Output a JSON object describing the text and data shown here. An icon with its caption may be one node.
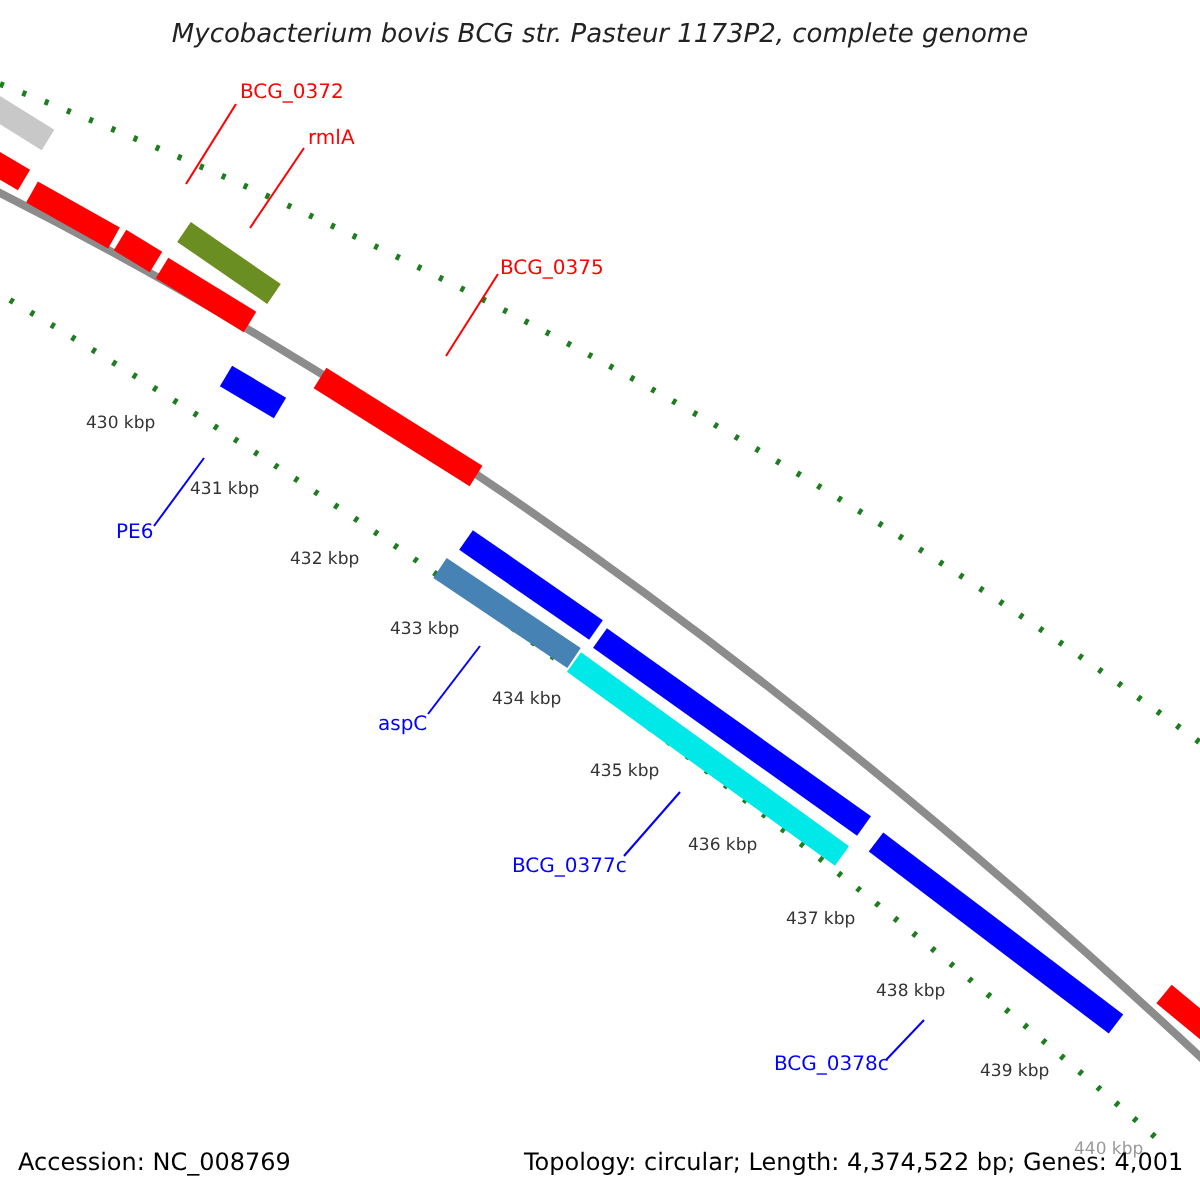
{
  "diagram": {
    "title": "Mycobacterium bovis BCG str. Pasteur 1173P2, complete genome",
    "nodes": [
      {
        "text": [
          "BCG_0372"
        ]
      },
      {
        "text": [
          "rmlA"
        ]
      },
      {
        "text": [
          "BCG_0375"
        ]
      },
      {
        "text": [
          "PE6"
        ]
      },
      {
        "text": [
          "aspC"
        ]
      },
      {
        "text": [
          "BCG_0377c"
        ]
      },
      {
        "text": [
          "BCG_0378c"
        ]
      }
    ],
    "edges": [
      {
        "from": 0,
        "to": null,
        "arrow": "none",
        "color": "#ff0000"
      },
      {
        "from": 1,
        "to": null,
        "arrow": "none",
        "color": "#ff0000"
      },
      {
        "from": 2,
        "to": null,
        "arrow": "none",
        "color": "#ff0000"
      },
      {
        "from": 3,
        "to": null,
        "arrow": "none"
      },
      {
        "from": 4,
        "to": null,
        "arrow": "none"
      },
      {
        "from": 5,
        "to": null,
        "arrow": "none"
      },
      {
        "from": 6,
        "to": null,
        "arrow": "none"
      }
    ],
    "labels": [
      "430 kbp",
      "431 kbp",
      "432 kbp",
      "433 kbp",
      "434 kbp",
      "435 kbp",
      "436 kbp",
      "437 kbp",
      "438 kbp",
      "439 kbp",
      "440 kbp",
      "Accession: NC_008769",
      "Topology: circular; Length: 4,374,522 bp; Genes: 4,001"
    ]
  }
}
